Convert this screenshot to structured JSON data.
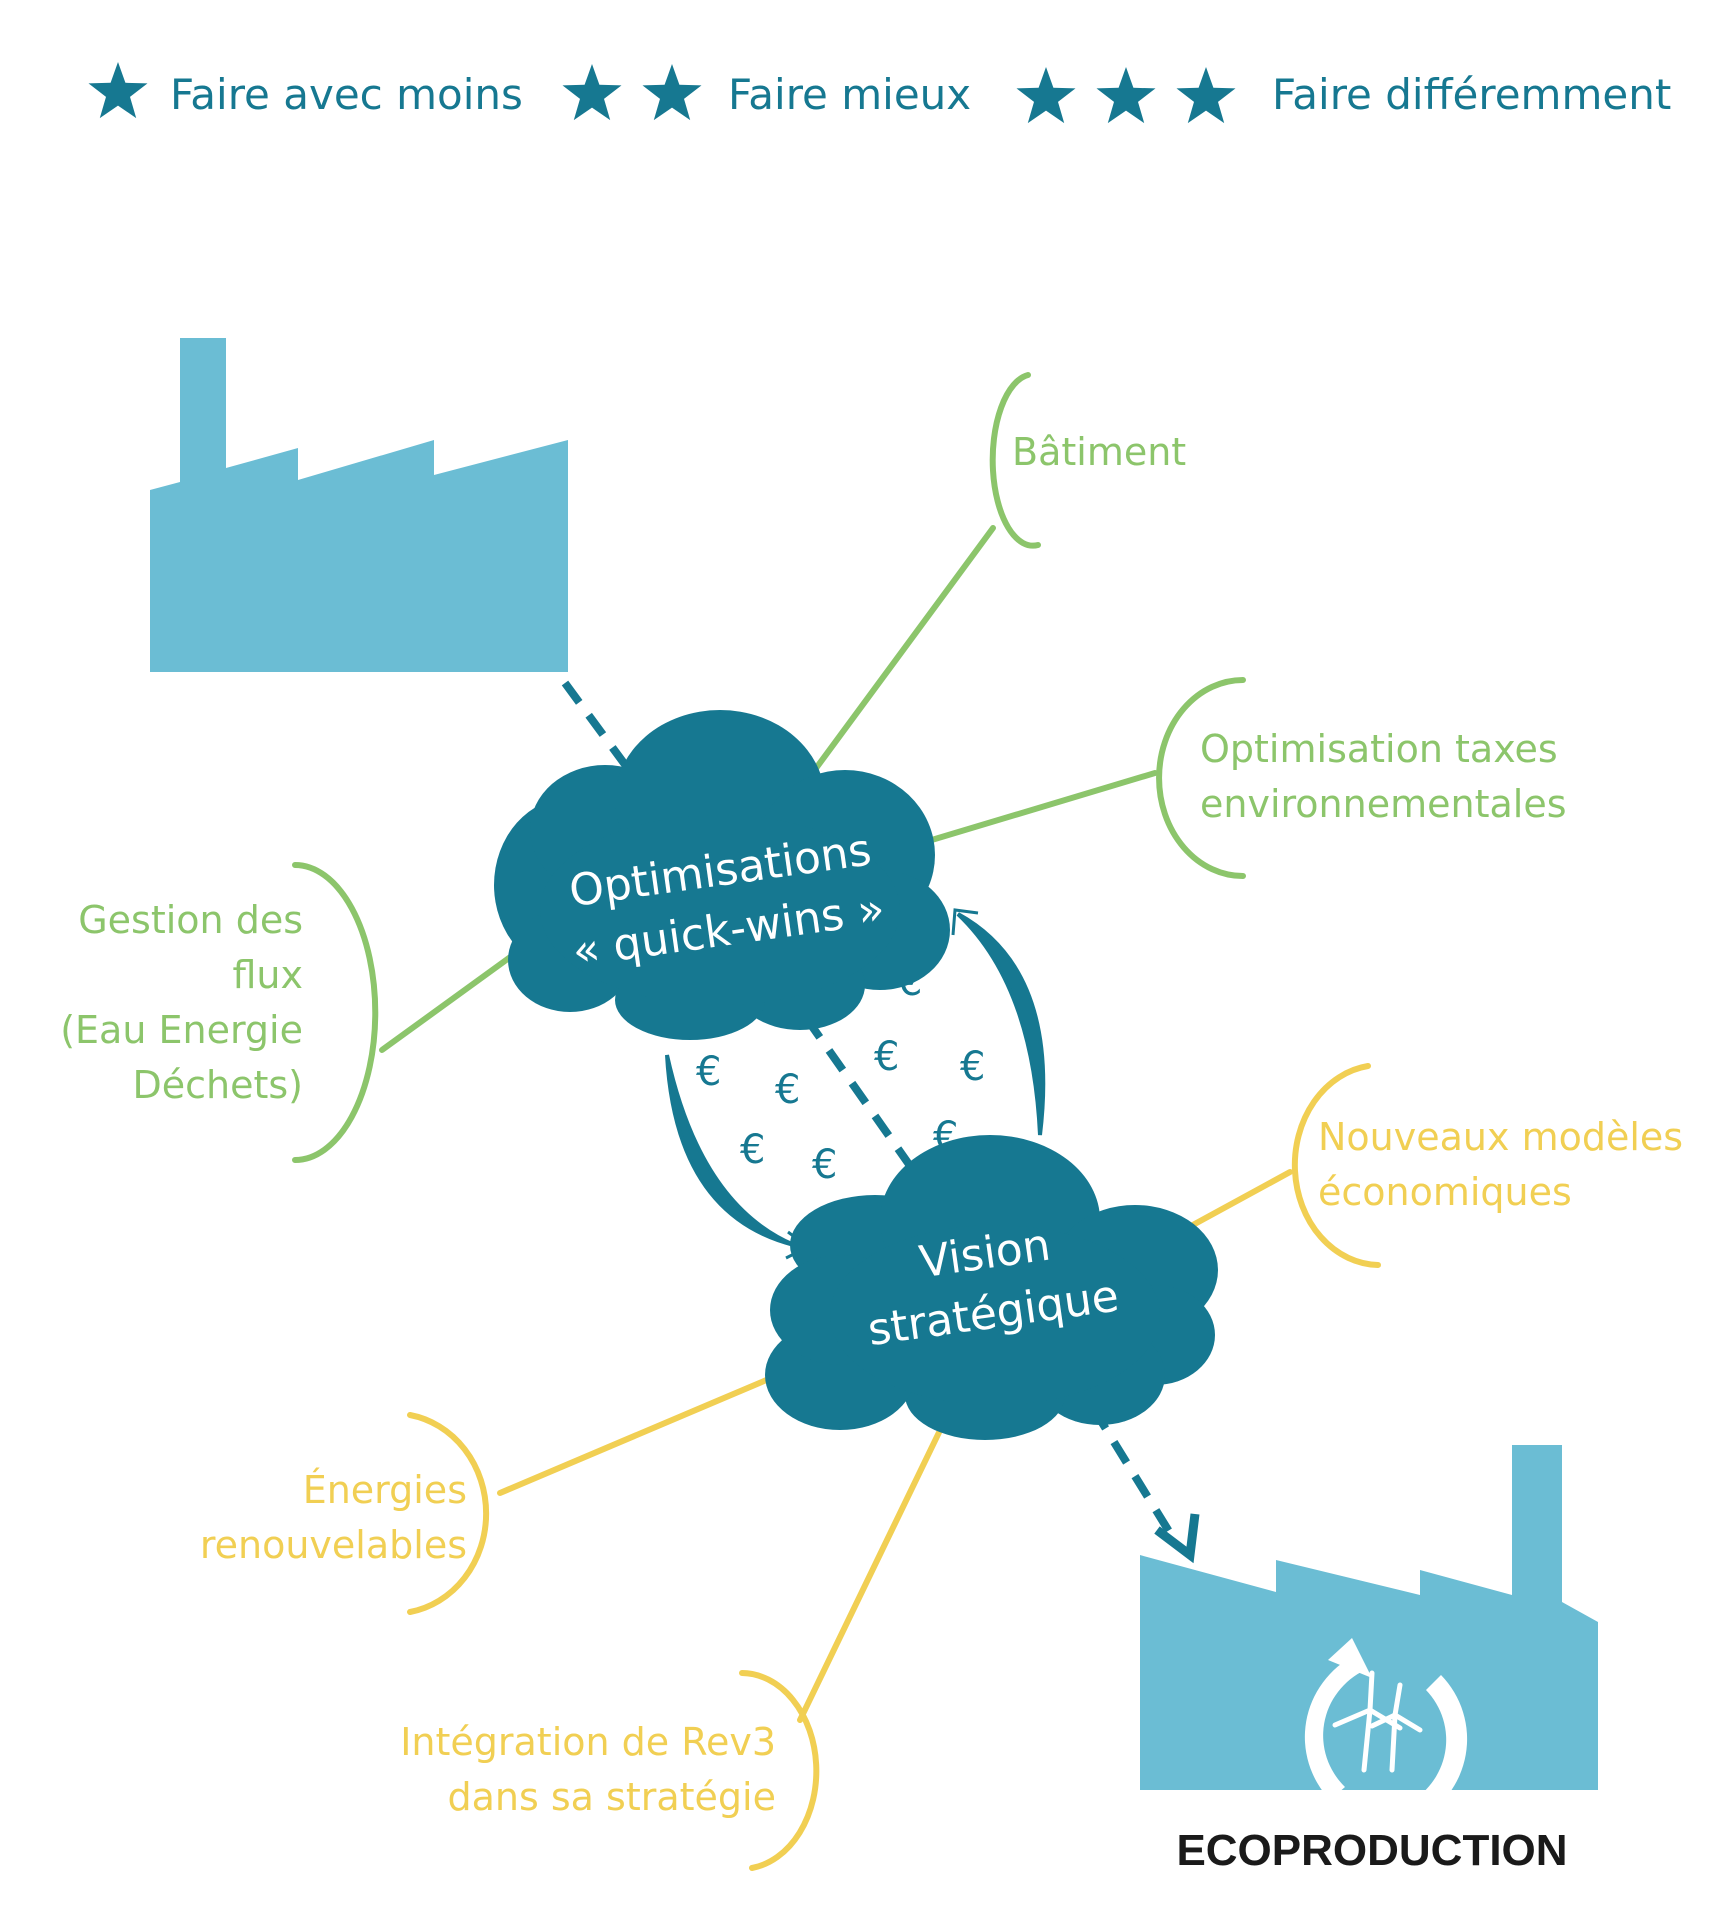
{
  "colors": {
    "teal": "#167891",
    "light_blue": "#6bbdd4",
    "green": "#8cc56b",
    "yellow": "#f1cf53",
    "white": "#ffffff",
    "black": "#1a1a1a"
  },
  "legend": [
    {
      "stars": 1,
      "label": "Faire avec moins"
    },
    {
      "stars": 2,
      "label": "Faire mieux"
    },
    {
      "stars": 3,
      "label": "Faire différemment"
    }
  ],
  "clouds": {
    "quick_wins": {
      "lines": [
        "Optimisations",
        "« quick-wins »"
      ]
    },
    "vision": {
      "lines": [
        "Vision",
        "stratégique"
      ]
    }
  },
  "branches": {
    "batiment": {
      "lines": [
        "Bâtiment"
      ]
    },
    "taxes": {
      "lines": [
        "Optimisation taxes",
        "environnementales"
      ]
    },
    "flux": {
      "lines": [
        "Gestion des",
        "flux",
        "(Eau Energie",
        "Déchets)"
      ]
    },
    "modeles": {
      "lines": [
        "Nouveaux modèles",
        "économiques"
      ]
    },
    "energies": {
      "lines": [
        "Énergies",
        "renouvelables"
      ]
    },
    "rev3": {
      "lines": [
        "Intégration de Rev3",
        "dans sa stratégie"
      ]
    }
  },
  "euro_symbol": "€",
  "eco_label": "ECOPRODUCTION",
  "icons": {
    "star": "star-icon",
    "factory": "factory-icon",
    "eco_factory": "eco-factory-icon",
    "cycle": "recycle-arrows-icon",
    "wind": "wind-turbine-icon"
  }
}
